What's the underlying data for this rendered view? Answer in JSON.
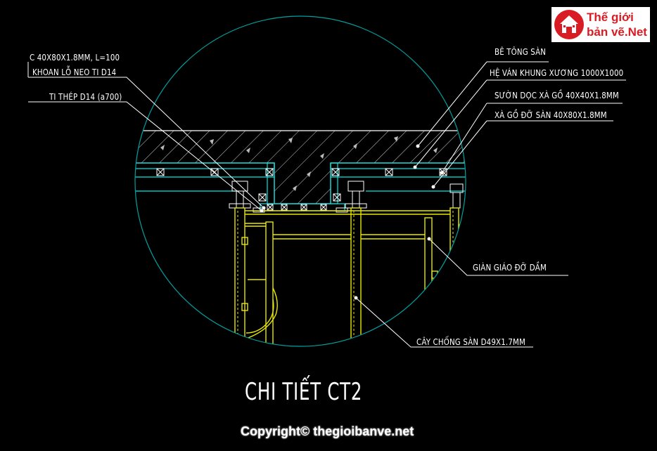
{
  "logo": {
    "line1": "Thế giới",
    "line2": "bản vẽ.Net"
  },
  "labels": {
    "c_profile": "C 40X80X1.8MM, L=100",
    "drill_hole": "KHOAN LỖ NEO TI D14",
    "tie_bar": "TI  THÉP D14 (a700)",
    "concrete_slab": "BÊ TÔNG SÀN",
    "formwork_system": "HỆ VÁN KHUNG XƯƠNG 1000X1000",
    "longitudinal_rib": "SƯỜN DỌC XÀ GỒ 40X40X1.8MM",
    "slab_purlin": "XÀ GỒ ĐỠ SÀN 40X80X1.8MM",
    "beam_scaffold": "GIÀN GIÁO ĐỠ DẦM",
    "slab_prop": "CÂY CHỐNG SÀN D49X1.7MM"
  },
  "title": "CHI TIẾT CT2",
  "copyright": "Copyright© thegioibanve.net",
  "colors": {
    "outline": "#00a0a0",
    "formwork": "#00e8e8",
    "scaffold": "#e8e800",
    "concrete": "#ffffff",
    "leader": "#ffffff",
    "logo_red": "#d91c24"
  }
}
